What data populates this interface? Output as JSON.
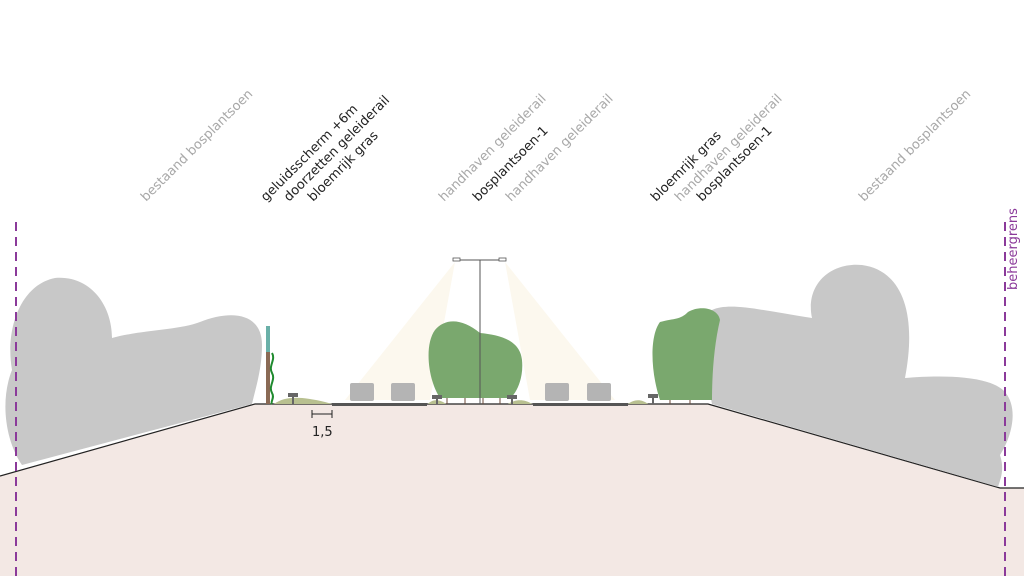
{
  "labels": {
    "left_existing": "bestaand bosplantsoen",
    "noise_screen": "geluidsscherm +6m",
    "continue_rail": "doorzetten geleiderail",
    "flower_grass_left": "bloemrijk gras",
    "keep_rail_1": "handhaven geleiderail",
    "median_planting": "bosplantsoen-1",
    "keep_rail_2": "handhaven geleiderail",
    "flower_grass_right": "bloemrijk gras",
    "keep_rail_3": "handhaven geleiderail",
    "right_planting": "bosplantsoen-1",
    "right_existing": "bestaand bosplantsoen",
    "boundary": "beheergrens"
  },
  "dimension": "1,5",
  "colors": {
    "ground": "#f3e8e4",
    "existing_shrub": "#c8c8c8",
    "new_shrub": "#7aa86e",
    "boundary": "#8b3a9a",
    "light_cone": "#fcf8ee"
  }
}
